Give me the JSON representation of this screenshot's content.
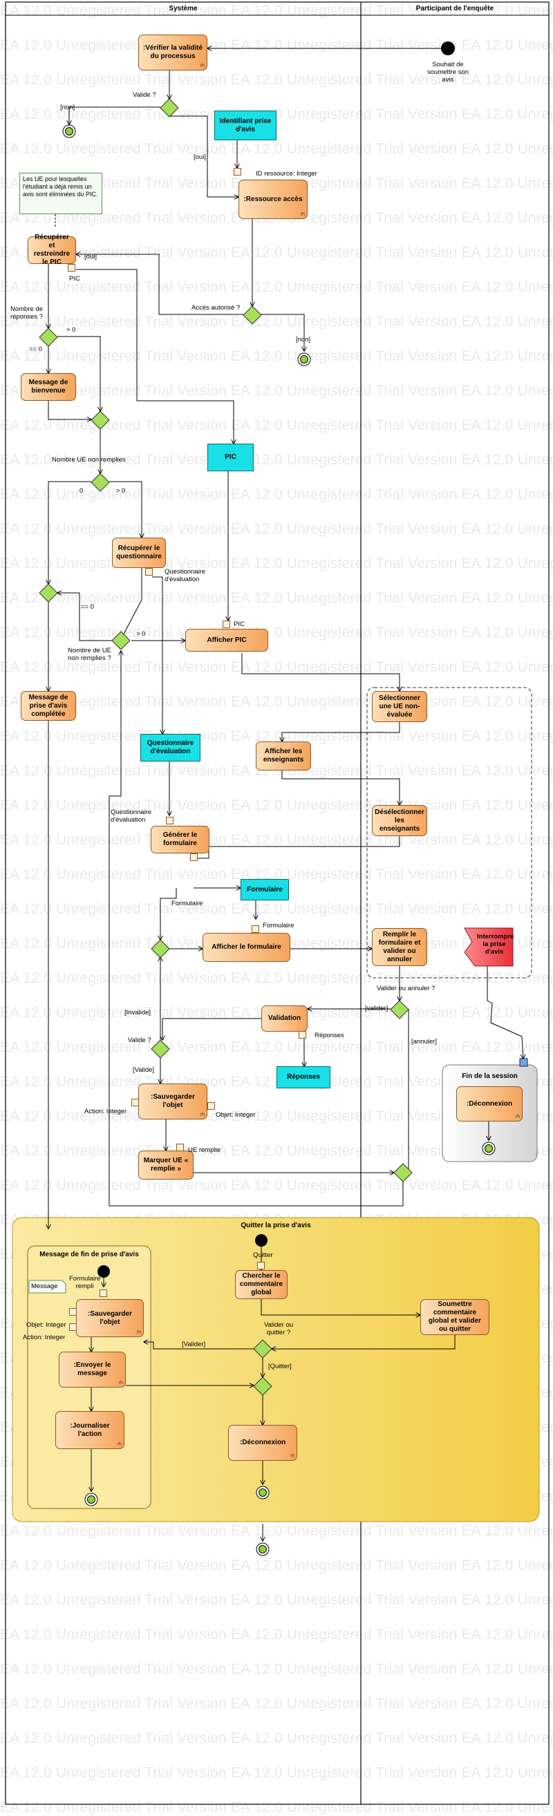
{
  "watermark": "EA 12.0 Unregistered Trial Version",
  "lanes": {
    "system": "Système",
    "participant": "Participant de l'enquête"
  },
  "actions": {
    "verifier": ":Vérifier la validité du processus",
    "ressource": ":Ressource accès",
    "recuperer_pic": "Récupérer et restreindre le PIC",
    "bienvenue": "Message de bienvenue",
    "recuperer_q": "Récupérer le questionnaire",
    "afficher_pic": "Afficher PIC",
    "msg_complete": "Message de prise d'avis complétée",
    "generer": "Générer le formulaire",
    "afficher_form": "Afficher le formulaire",
    "validation": "Validation",
    "sauvegarder": ":Sauvegarder l'objet",
    "marquer": "Marquer UE « remplie »",
    "selectionner": "Sélectionner une UE non-évaluée",
    "afficher_ens": "Afficher les enseignants",
    "deselectionner": "Désélectionner les enseignants",
    "remplir": "Remplir le formulaire et valider ou annuler",
    "interrompre": "Interrompre la prise d'avis",
    "deconnexion_fin": ":Déconnexion",
    "chercher": "Chercher le commentaire global",
    "soumettre": "Soumettre commentaire global et valider ou quitter",
    "deconnexion_q": ":Déconnexion",
    "sauvegarder2": ":Sauvegarder l'objet",
    "envoyer": ":Envoyer le message",
    "journaliser": ":Journaliser l'action"
  },
  "objects": {
    "identifiant": "Identifiant prise d'avis",
    "pic": "PIC",
    "questionnaire": "Questionnaire d'évaluation",
    "formulaire": "Formulaire",
    "reponses": "Réponses"
  },
  "groups": {
    "fin_session": "Fin de la session",
    "quitter": "Quitter la prise d'avis",
    "message_fin": "Message de fin de prise d'avis"
  },
  "note": "Les UE pour lesquelles l'étudiant a déjà remis un avis sont éliminées du PIC.",
  "message_tag": "Message",
  "labels": {
    "souhait": "Souhait de soumettre son avis",
    "valide_q": "Valide ?",
    "non": "[non]",
    "oui": "[oui]",
    "id_ressource": "ID ressource: Integer",
    "oui2": "[oui]",
    "pic_pin": "PIC",
    "acces": "Accès autorisé ?",
    "non2": "[non]",
    "nb_reponses": "Nombre de réponses ?",
    "gt0": "> 0",
    "eq0": "== 0",
    "nb_ue": "Nombre UE non remplies",
    "zero": "0",
    "gt0b": "> 0",
    "quest_eval": "Questionnaire d'évaluation",
    "pic_pin2": "PIC",
    "eq0b": "== 0",
    "gt0c": "> 0",
    "nb_ue2": "Nombre de UE non remplies ?",
    "quest_eval2": "Questionnaire d'évaluation",
    "formulaire_pin": "Formulaire",
    "formulaire_pin2": "Formulaire",
    "valider_annuler": "Valider ou annuler ?",
    "valider": "[valider]",
    "annuler": "[annuler]",
    "reponses_pin": "Réponses",
    "invalide": "[Invalide]",
    "valide_q2": "Valide ?",
    "valide": "[Valide]",
    "action_int": "Action: Integer",
    "objet_int": "Objet: Integer",
    "ue_remplie": "UE remplie",
    "quitter_pin": "Quitter",
    "valider_quitter": "Valider ou quitter ?",
    "valider2": "[Valider]",
    "quitter2": "[Quitter]",
    "formulaire_rempli": "Formulaire rempli",
    "objet_int2": "Objet: Integer",
    "action_int2": "Action: Integer"
  },
  "colors": {
    "action_light": "#fde0b8",
    "action_dark": "#f5a45c",
    "object": "#19e0e6",
    "group_yellow": "#f7d96a",
    "interrupt": "#f0505a",
    "decision": "#a6e05a"
  }
}
